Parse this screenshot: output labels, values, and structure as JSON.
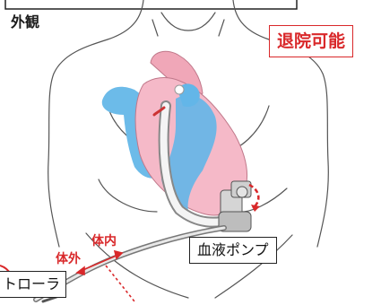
{
  "heading": "外観",
  "badge": "退院可能",
  "labels": {
    "pump": "血液ポンプ",
    "controller": "トローラ",
    "inside_body": "体内",
    "outside_body": "体外"
  },
  "colors": {
    "accent": "#d9282a",
    "heart": "#f4b6c4",
    "blood_vessel": "#63b6e8",
    "outline": "#333333"
  }
}
